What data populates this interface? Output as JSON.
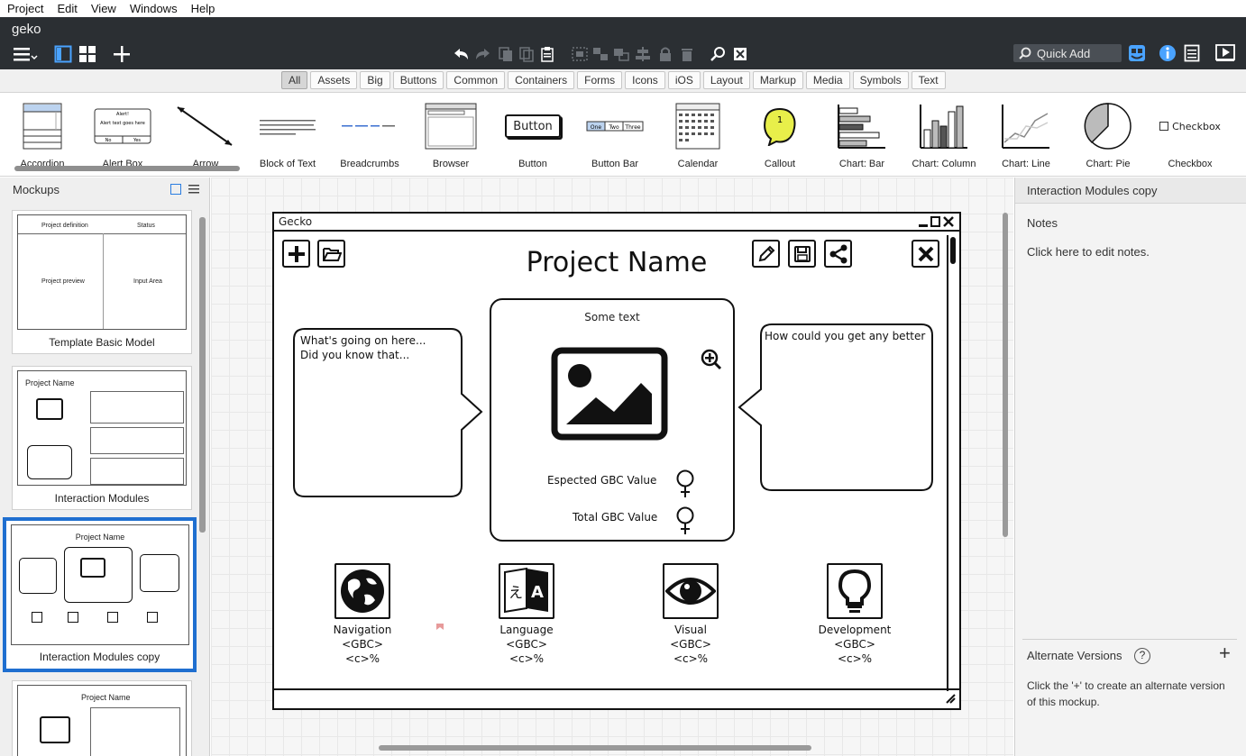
{
  "menu": [
    "Project",
    "Edit",
    "View",
    "Windows",
    "Help"
  ],
  "app": {
    "title": "geko"
  },
  "toolbar": {
    "quick_add": "Quick Add"
  },
  "filters": [
    "All",
    "Assets",
    "Big",
    "Buttons",
    "Common",
    "Containers",
    "Forms",
    "Icons",
    "iOS",
    "Layout",
    "Markup",
    "Media",
    "Symbols",
    "Text"
  ],
  "active_filter": "All",
  "library": [
    {
      "label": "Accordion",
      "icon": "accordion-icon"
    },
    {
      "label": "Alert Box",
      "icon": "alert-box-icon",
      "thumb_title": "Alert!",
      "thumb_text": "Alert text goes here",
      "thumb_no": "No",
      "thumb_yes": "Yes"
    },
    {
      "label": "Arrow",
      "icon": "arrow-icon"
    },
    {
      "label": "Block of Text",
      "icon": "block-of-text-icon"
    },
    {
      "label": "Breadcrumbs",
      "icon": "breadcrumbs-icon"
    },
    {
      "label": "Browser",
      "icon": "browser-icon"
    },
    {
      "label": "Button",
      "icon": "button-icon",
      "thumb_text": "Button"
    },
    {
      "label": "Button Bar",
      "icon": "button-bar-icon",
      "thumb_items": [
        "One",
        "Two",
        "Three"
      ]
    },
    {
      "label": "Calendar",
      "icon": "calendar-icon"
    },
    {
      "label": "Callout",
      "icon": "callout-icon",
      "thumb_text": "1"
    },
    {
      "label": "Chart: Bar",
      "icon": "chart-bar-icon"
    },
    {
      "label": "Chart: Column",
      "icon": "chart-column-icon"
    },
    {
      "label": "Chart: Line",
      "icon": "chart-line-icon"
    },
    {
      "label": "Chart: Pie",
      "icon": "chart-pie-icon"
    },
    {
      "label": "Checkbox",
      "icon": "checkbox-icon",
      "thumb_text": "Checkbox"
    }
  ],
  "mockups_panel": {
    "title": "Mockups",
    "items": [
      {
        "caption": "Template Basic Model",
        "preview": [
          "Project definition",
          "Status",
          "Project preview",
          "Input Area"
        ]
      },
      {
        "caption": "Interaction Modules",
        "preview": [
          "Project Name"
        ]
      },
      {
        "caption": "Interaction Modules copy",
        "preview": [
          "Project Name"
        ],
        "selected": true
      },
      {
        "caption": "",
        "preview": [
          "Project Name"
        ]
      }
    ]
  },
  "mockup": {
    "window_title": "Gecko",
    "project_name": "Project Name",
    "left_bubble": [
      "What's going on here...",
      "Did you know that..."
    ],
    "right_bubble": "How could you get any better",
    "center_title": "Some text",
    "kpis": [
      {
        "label": "Espected GBC Value"
      },
      {
        "label": "Total GBC Value"
      }
    ],
    "modules": [
      {
        "name": "Navigation",
        "gbc": "<GBC>",
        "pct": "<c>%",
        "icon": "globe-icon"
      },
      {
        "name": "Language",
        "gbc": "<GBC>",
        "pct": "<c>%",
        "icon": "translate-icon"
      },
      {
        "name": "Visual",
        "gbc": "<GBC>",
        "pct": "<c>%",
        "icon": "eye-icon"
      },
      {
        "name": "Development",
        "gbc": "<GBC>",
        "pct": "<c>%",
        "icon": "lightbulb-icon"
      }
    ]
  },
  "right_panel": {
    "title": "Interaction Modules copy",
    "notes_label": "Notes",
    "notes_hint": "Click here to edit notes.",
    "alt_title": "Alternate Versions",
    "alt_help": "?",
    "alt_add": "+",
    "alt_desc": "Click the '+' to create an alternate version of this mockup."
  },
  "colors": {
    "selection": "#1f6fd0",
    "toolbar_bg": "#2b2f33"
  }
}
